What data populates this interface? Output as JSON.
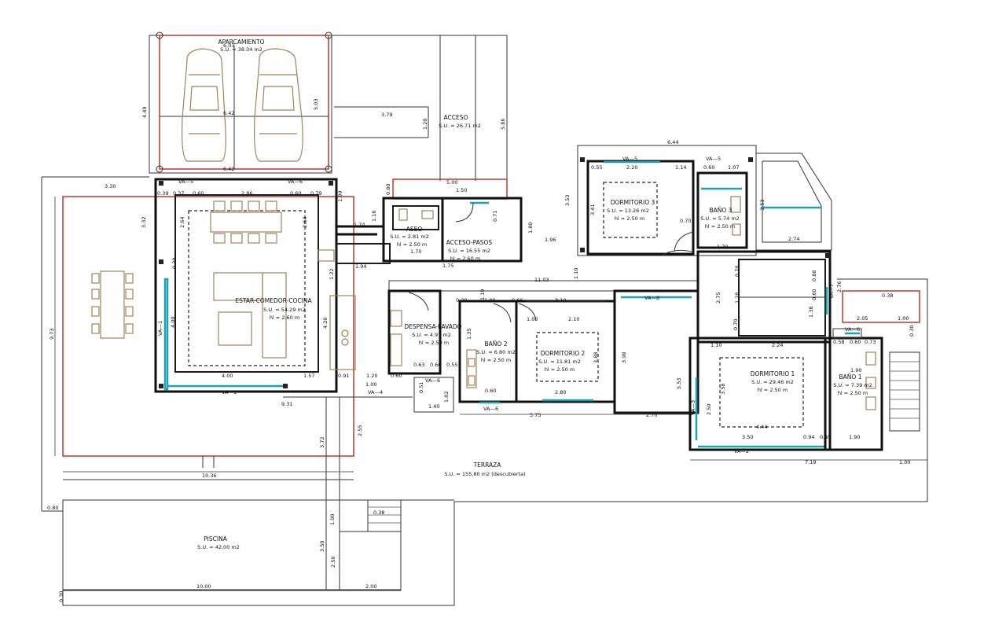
{
  "rooms": [
    {
      "name": "APARCAMIENTO",
      "su": "S.U. = 38.34 m2",
      "hl": ""
    },
    {
      "name": "ACCESO",
      "su": "S.U. = 26.71 m2",
      "hl": ""
    },
    {
      "name": "ASEO",
      "su": "S.U. = 2.81 m2",
      "hl": "hl = 2.50 m"
    },
    {
      "name": "ACCESO-PASOS",
      "su": "S.U. = 16.55 m2",
      "hl": "hl = 2.60 m"
    },
    {
      "name": "ESTAR-COMEDOR-COCINA",
      "su": "S.U. = 54.29 m2",
      "hl": "hl = 2.60 m"
    },
    {
      "name": "DESPENSA-LAVADO",
      "su": "S.U. = 4.97 m2",
      "hl": "hl = 2.50 m"
    },
    {
      "name": "BAÑO 2",
      "su": "S.U. = 6.80 m2",
      "hl": "hl = 2.50 m"
    },
    {
      "name": "DORMITORIO 2",
      "su": "S.U. = 11.81 m2",
      "hl": "hl = 2.50 m"
    },
    {
      "name": "DORMITORIO 3",
      "su": "S.U. = 13.26 m2",
      "hl": "hl = 2.50 m"
    },
    {
      "name": "BAÑO 3",
      "su": "S.U. = 5.74 m2",
      "hl": "hl = 2.50 m"
    },
    {
      "name": "DORMITORIO 1",
      "su": "S.U. = 29.46 m2",
      "hl": "hl = 2.50 m"
    },
    {
      "name": "BAÑO 1",
      "su": "S.U. = 7.39 m2",
      "hl": "hl = 2.50 m"
    },
    {
      "name": "TERRAZA",
      "su": "S.U. = 155.80 m2 (descubierta)",
      "hl": ""
    },
    {
      "name": "PISCINA",
      "su": "S.U. = 42.00 m2",
      "hl": ""
    }
  ],
  "dimensions": {
    "d_6_03": "6.03",
    "d_4_49": "4.49",
    "d_5_03": "5.03",
    "d_6_42a": "6.42",
    "d_6_42b": "6.42",
    "d_3_79": "3.79",
    "d_1_20": "1.20",
    "d_5_86": "5.86",
    "d_5_00": "5.00",
    "d_1_50": "1.50",
    "d_6_44": "6.44",
    "d_3_30": "3.30",
    "d_3_32": "3.32",
    "d_0_39": "0.39",
    "d_0_37": "0.37",
    "d_0_60a": "0.60",
    "d_2_86": "2.86",
    "d_0_60b": "0.60",
    "d_0_79": "0.79",
    "d_1_99": "1.99",
    "d_2_64a": "2.64",
    "d_2_64b": "2.64",
    "d_1_74": "1.74",
    "d_1_94": "1.94",
    "d_1_16": "1.16",
    "d_0_80": "0.80",
    "d_1_70a": "1.70",
    "d_1_75": "1.75",
    "d_0_71": "0.71",
    "d_1_80": "1.80",
    "d_1_96": "1.96",
    "d_3_53a": "3.53",
    "d_0_55": "0.55",
    "d_2_20": "2.20",
    "d_1_14": "1.14",
    "d_0_60c": "0.60",
    "d_1_07": "1.07",
    "d_3_41": "3.41",
    "d_0_70a": "0.70",
    "d_3_53b": "3.53",
    "d_1_70b": "1.70",
    "d_2_74": "2.74",
    "d_11_03": "11.03",
    "d_1_10a": "1.10",
    "d_1_19": "1.19",
    "d_9_73": "9.73",
    "d_4_00a": "4.00",
    "d_4_00b": "4.00",
    "d_1_22": "1.22",
    "d_4_20": "4.20",
    "d_0_20": "0.20",
    "d_1_80b": "1.80",
    "d_0_66": "0.66",
    "d_3_10": "3.10",
    "d_1_00a": "1.00",
    "d_2_10": "2.10",
    "d_2_75": "2.75",
    "d_1_28": "1.28",
    "d_0_70b": "0.70",
    "d_0_88": "0.88",
    "d_0_60d": "0.60",
    "d_1_38": "1.38",
    "d_2_76": "2.76",
    "d_0_38a": "0.38",
    "d_2_05": "2.05",
    "d_1_00b": "1.00",
    "d_0_30a": "0.30",
    "d_1_10b": "1.10",
    "d_2_24": "2.24",
    "d_0_58": "0.58",
    "d_0_60e": "0.60",
    "d_0_73": "0.73",
    "d_1_90a": "1.90",
    "d_1_57": "1.57",
    "d_0_91": "0.91",
    "d_1_20b": "1.20",
    "d_0_60f": "0.60",
    "d_1_00c": "1.00",
    "d_0_63": "0.63",
    "d_0_60g": "0.60",
    "d_0_55b": "0.55",
    "d_0_51": "0.51",
    "d_1_02": "1.02",
    "d_1_40": "1.40",
    "d_0_60h": "0.60",
    "d_2_80": "2.80",
    "d_5_75": "5.75",
    "d_2_70": "2.70",
    "d_3_98": "3.98",
    "d_5_53": "5.53",
    "d_2_50a": "2.50",
    "d_3_58": "3.58",
    "d_4_44": "4.44",
    "d_3_50a": "3.50",
    "d_0_94": "0.94",
    "d_0_45": "0.45",
    "d_1_90b": "1.90",
    "d_7_19": "7.19",
    "d_1_00d": "1.00",
    "d_9_31": "9.31",
    "d_2_55": "2.55",
    "d_3_72": "3.72",
    "d_10_36": "10.36",
    "d_0_80b": "0.80",
    "d_1_00e": "1.00",
    "d_0_38b": "0.38",
    "d_3_50b": "3.50",
    "d_2_50b": "2.50",
    "d_10_00": "10.00",
    "d_2_00": "2.00",
    "d_0_30b": "0.30",
    "d_3_88": "3.88",
    "d_1_35": "1.35"
  },
  "windows": {
    "va5a": "VA—5",
    "va6a": "VA—6",
    "va5b": "VA—5",
    "va5c": "VA—5",
    "va1a": "VA—1",
    "va1b": "VA—1",
    "va4": "VA—4",
    "va6b": "VA—6",
    "va6c": "VA—6",
    "va8": "VA—8",
    "va3": "VA—3",
    "va2": "VA—2",
    "va7": "VA—7",
    "va6d": "VA—6"
  },
  "colors": {
    "walls": "#1a1a1a",
    "red_outline": "#c0392b",
    "glazing": "#1aa3b5",
    "furniture": "#a0815a"
  }
}
